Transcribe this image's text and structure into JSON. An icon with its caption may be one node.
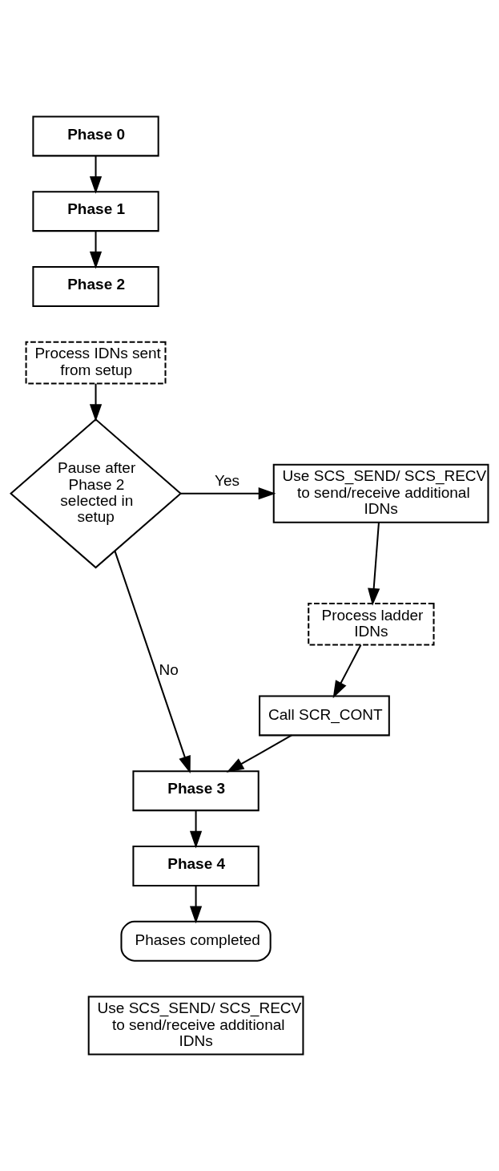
{
  "diagram": {
    "nodes": [
      {
        "text": [
          "Phase 0"
        ]
      },
      {
        "text": [
          "Phase 1"
        ]
      },
      {
        "text": [
          "Phase 2"
        ]
      },
      {
        "text": [
          "Process IDNs sent from setup"
        ]
      },
      {
        "text": [
          "Pause after Phase 2 selected in setup"
        ]
      },
      {
        "text": [
          "Use SCS_SEND/ SCS_RECV to send/receive additional IDNs"
        ]
      },
      {
        "text": [
          "Process ladder IDNs"
        ]
      },
      {
        "text": [
          "Call SCR_CONT"
        ]
      },
      {
        "text": [
          "Phase 3"
        ]
      },
      {
        "text": [
          "Phase 4"
        ]
      },
      {
        "text": [
          "Phases completed"
        ]
      },
      {
        "text": [
          "Use SCS_SEND/ SCS_RECV to send/receive additional IDNs"
        ]
      }
    ],
    "edges": [
      {
        "from": 0,
        "to": 1,
        "arrow": "to"
      },
      {
        "from": 1,
        "to": 2,
        "arrow": "to"
      },
      {
        "from": 3,
        "to": 4,
        "arrow": "to"
      },
      {
        "from": 4,
        "to": 5,
        "arrow": "to",
        "label": "Yes"
      },
      {
        "from": 5,
        "to": 6,
        "arrow": "to"
      },
      {
        "from": 6,
        "to": 7,
        "arrow": "to"
      },
      {
        "from": 7,
        "to": 8,
        "arrow": "to"
      },
      {
        "from": 4,
        "to": 8,
        "arrow": "to",
        "label": "No"
      },
      {
        "from": 8,
        "to": 9,
        "arrow": "to"
      },
      {
        "from": 9,
        "to": 10,
        "arrow": "to"
      }
    ]
  }
}
